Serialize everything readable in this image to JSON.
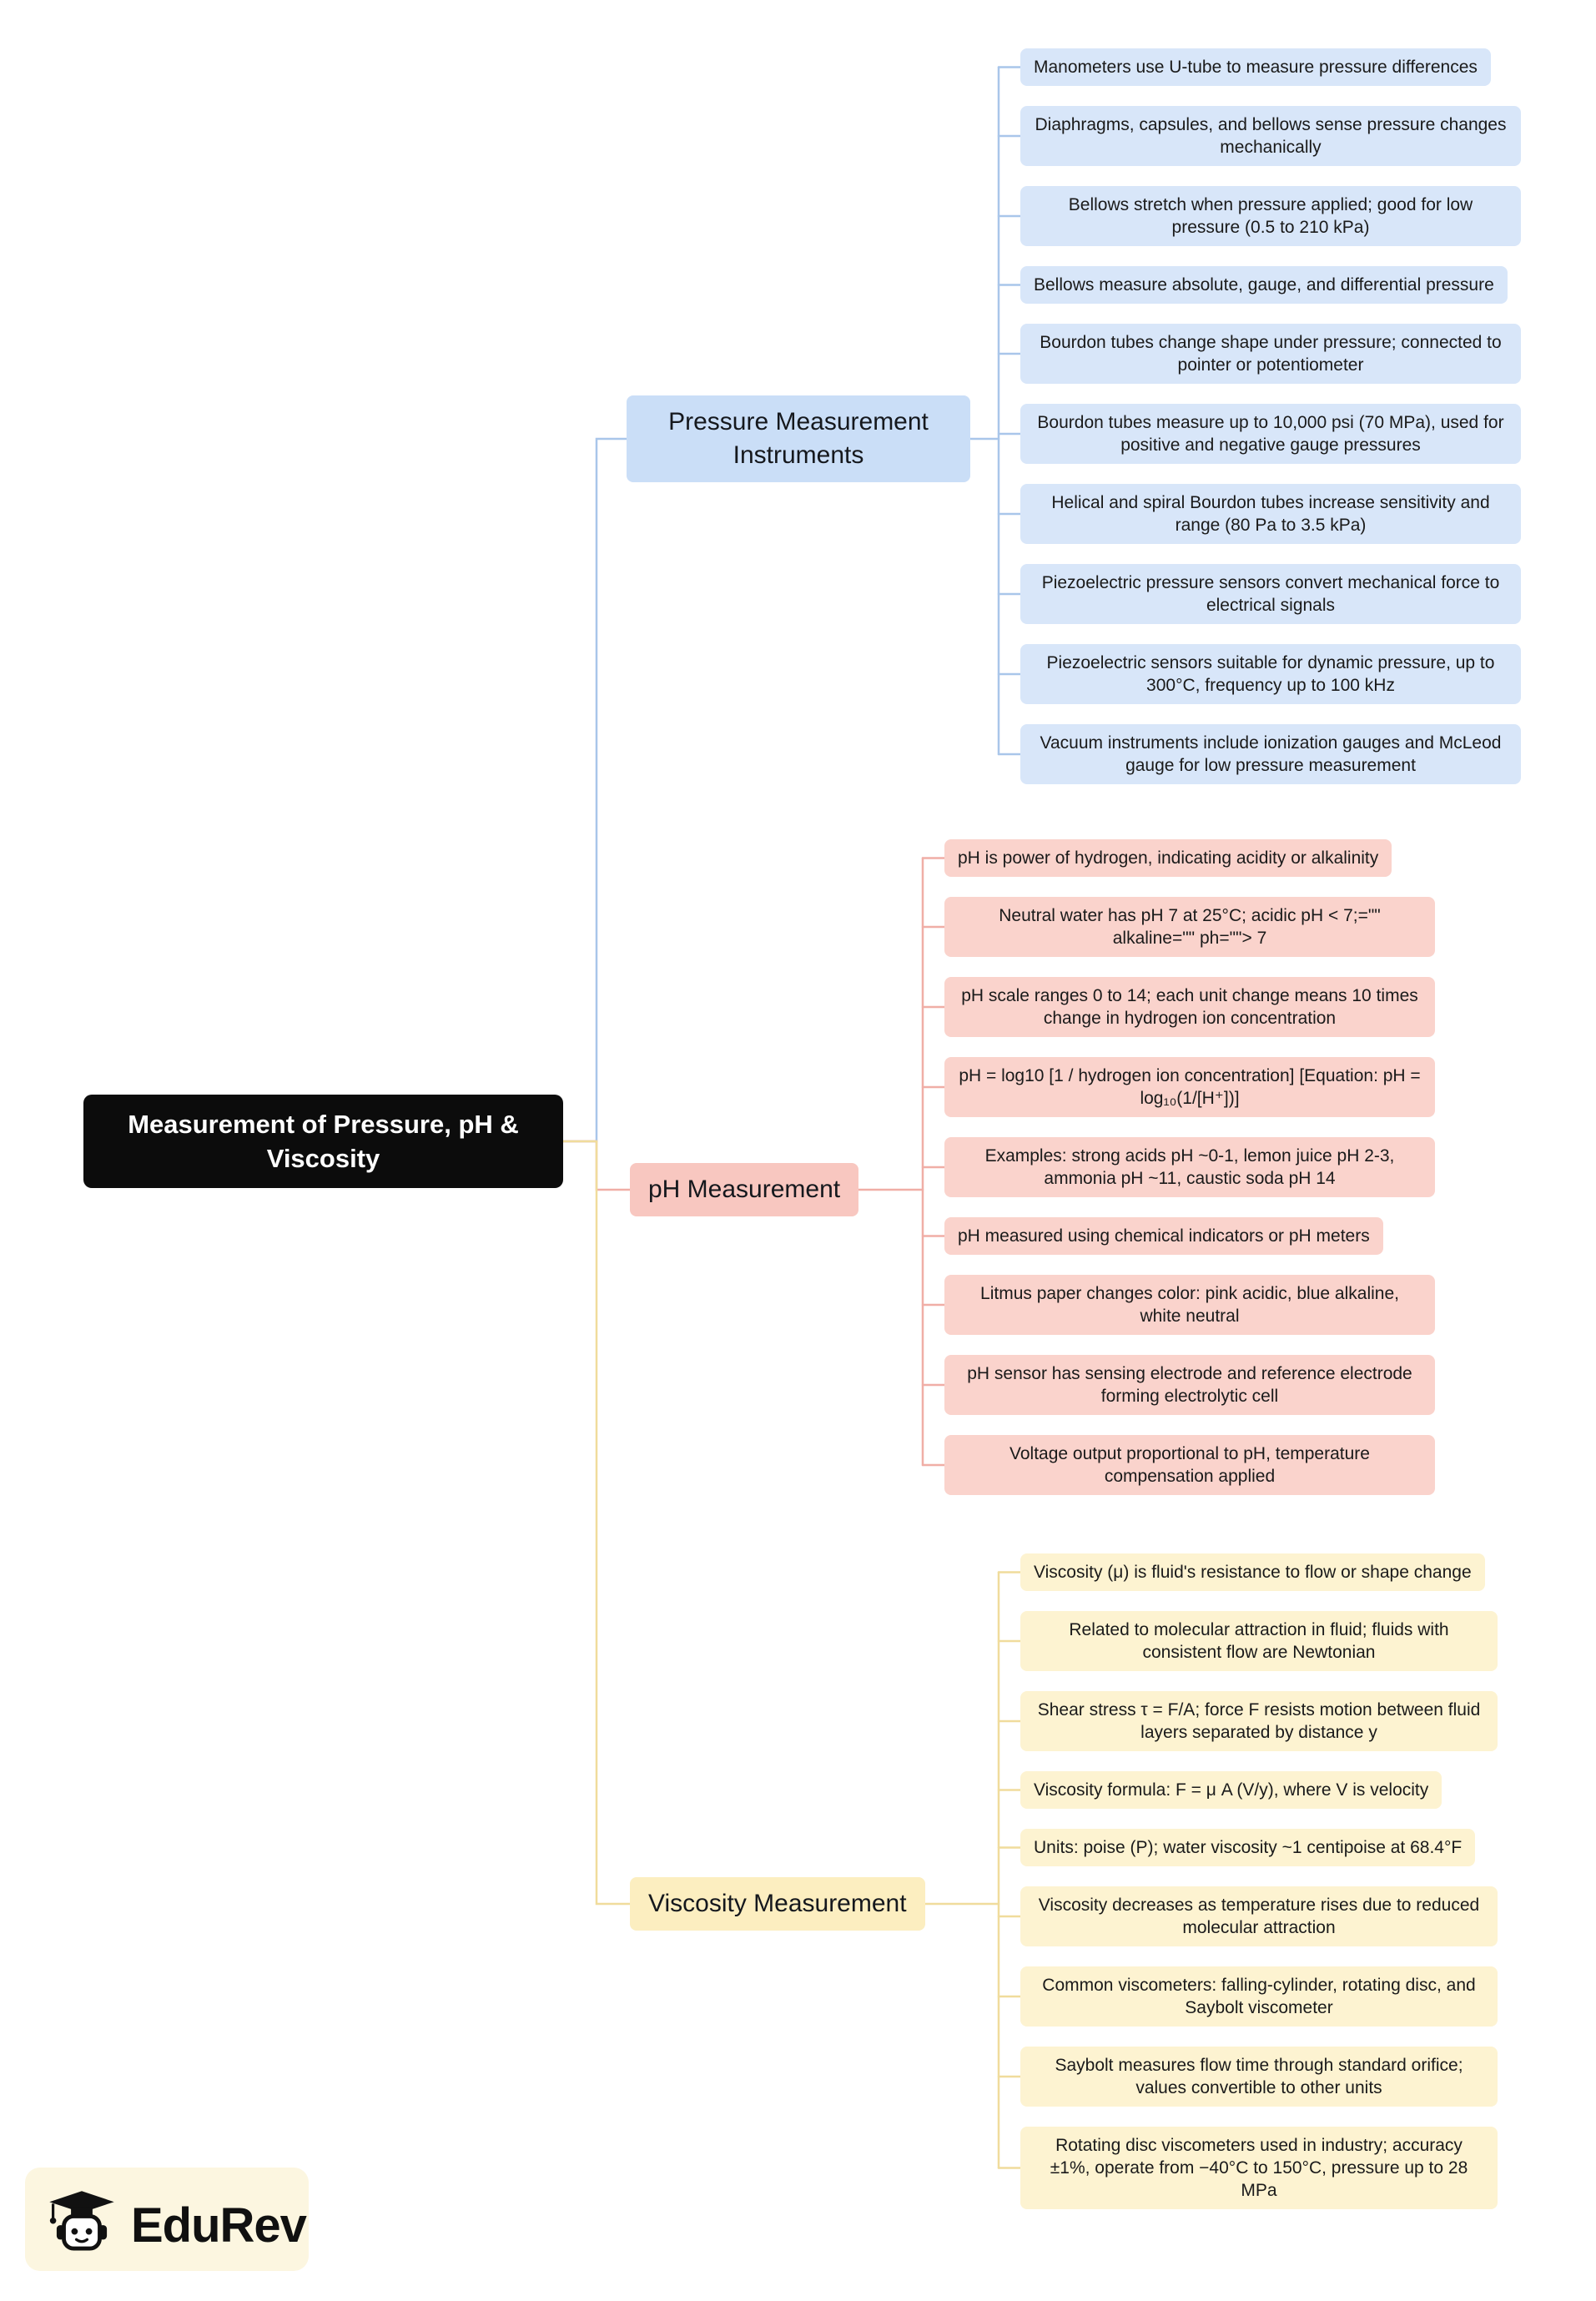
{
  "root": {
    "label": "Measurement of Pressure, pH & Viscosity",
    "bg": "#0c0c0c",
    "text_color": "#ffffff"
  },
  "branches": [
    {
      "id": "pressure",
      "label": "Pressure Measurement Instruments",
      "colors": {
        "node_bg": "#cadef7",
        "leaf_bg": "#d8e6f9",
        "line": "#a9c6ea"
      },
      "leaves": [
        "Manometers use U-tube to measure pressure differences",
        "Diaphragms, capsules, and bellows sense pressure changes mechanically",
        "Bellows stretch when pressure applied; good for low pressure (0.5 to 210 kPa)",
        "Bellows measure absolute, gauge, and differential pressure",
        "Bourdon tubes change shape under pressure; connected to pointer or potentiometer",
        "Bourdon tubes measure up to 10,000 psi (70 MPa), used for positive and negative gauge pressures",
        "Helical and spiral Bourdon tubes increase sensitivity and range (80 Pa to 3.5 kPa)",
        "Piezoelectric pressure sensors convert mechanical force to electrical signals",
        "Piezoelectric sensors suitable for dynamic pressure, up to 300°C, frequency up to 100 kHz",
        "Vacuum instruments include ionization gauges and McLeod gauge for low pressure measurement"
      ]
    },
    {
      "id": "ph",
      "label": "pH Measurement",
      "colors": {
        "node_bg": "#f8c7c0",
        "leaf_bg": "#fad3cc",
        "line": "#f0aea6"
      },
      "leaves": [
        "pH is power of hydrogen, indicating acidity or alkalinity",
        "Neutral water has pH 7 at 25°C; acidic pH < 7;=\"\" alkaline=\"\" ph=\"\"> 7",
        "pH scale ranges 0 to 14; each unit change means 10 times change in hydrogen ion concentration",
        "pH = log10 [1 / hydrogen ion concentration] [Equation: pH = log₁₀(1/[H⁺])]",
        "Examples: strong acids pH ~0-1, lemon juice pH 2-3, ammonia pH ~11, caustic soda pH 14",
        "pH measured using chemical indicators or pH meters",
        "Litmus paper changes color: pink acidic, blue alkaline, white neutral",
        "pH sensor has sensing electrode and reference electrode forming electrolytic cell",
        "Voltage output proportional to pH, temperature compensation applied"
      ]
    },
    {
      "id": "viscosity",
      "label": "Viscosity Measurement",
      "colors": {
        "node_bg": "#fceec0",
        "leaf_bg": "#fdf3d1",
        "line": "#f0dc9c"
      },
      "leaves": [
        "Viscosity (μ) is fluid's resistance to flow or shape change",
        "Related to molecular attraction in fluid; fluids with consistent flow are Newtonian",
        "Shear stress τ = F/A; force F resists motion between fluid layers separated by distance y",
        "Viscosity formula: F = μ A (V/y), where V is velocity",
        "Units: poise (P); water viscosity ~1 centipoise at 68.4°F",
        "Viscosity decreases as temperature rises due to reduced molecular attraction",
        "Common viscometers: falling-cylinder, rotating disc, and Saybolt viscometer",
        "Saybolt measures flow time through standard orifice; values convertible to other units",
        "Rotating disc viscometers used in industry; accuracy ±1%, operate from −40°C to 150°C, pressure up to 28 MPa"
      ]
    }
  ],
  "logo": {
    "text": "EduRev"
  }
}
